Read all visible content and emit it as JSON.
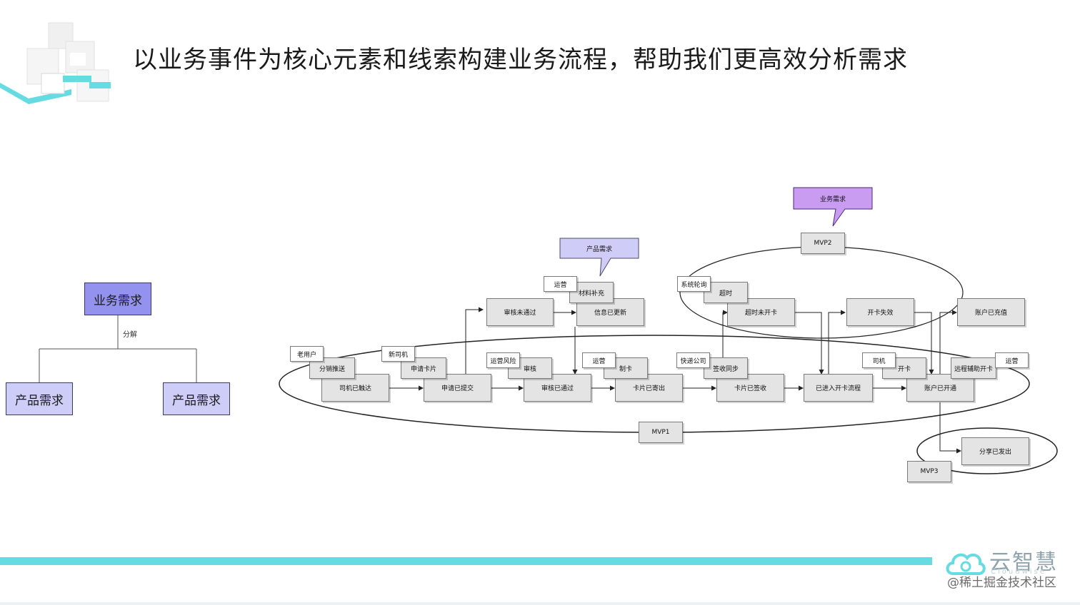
{
  "title": "以业务事件为核心元素和线索构建业务流程，帮助我们更高效分析需求",
  "colors": {
    "accent_teal": "#66dbe1",
    "tree_node_dark": "#9393ef",
    "tree_node_light": "#cdcdf8",
    "callout_purple": "#c99cf2",
    "callout_lavender": "#cfcdf8",
    "event_box": "#e4e4e4"
  },
  "tree": {
    "root": "业务需求",
    "edge_label": "分解",
    "children": [
      "产品需求",
      "产品需求"
    ]
  },
  "callouts": {
    "product": "产品需求",
    "business": "业务需求"
  },
  "mvp": {
    "mvp1": "MVP1",
    "mvp2": "MVP2",
    "mvp3": "MVP3"
  },
  "events": {
    "driver_reached": "司机已触达",
    "apply_submitted": "申请已提交",
    "review_passed": "审核已通过",
    "card_mailed": "卡片已寄出",
    "card_signed": "卡片已签收",
    "enter_activation": "已进入开卡流程",
    "account_opened": "账户已开通",
    "review_failed": "审核未通过",
    "info_updated": "信息已更新",
    "timeout_not_opened": "超时未开卡",
    "activation_failed": "开卡失效",
    "account_recharged": "账户已充值",
    "share_sent": "分享已发出"
  },
  "commands": {
    "distribute_push": "分销推送",
    "apply_card": "申请卡片",
    "review": "审核",
    "make_card": "制卡",
    "sign_sync": "签收同步",
    "open_card": "开卡",
    "remote_assist": "远程辅助开卡",
    "material_supplement": "材料补充",
    "timeout": "超时"
  },
  "actors": {
    "old_user": "老用户",
    "new_driver": "新司机",
    "ops_risk": "运营风险",
    "ops_make": "运营",
    "courier": "快递公司",
    "driver": "司机",
    "ops_remote": "运营",
    "ops_material": "运营",
    "system_poll": "系统轮询"
  },
  "branding": {
    "brand": "云智慧",
    "brand_sub": "Cloudwise",
    "watermark": "@稀土掘金技术社区"
  }
}
